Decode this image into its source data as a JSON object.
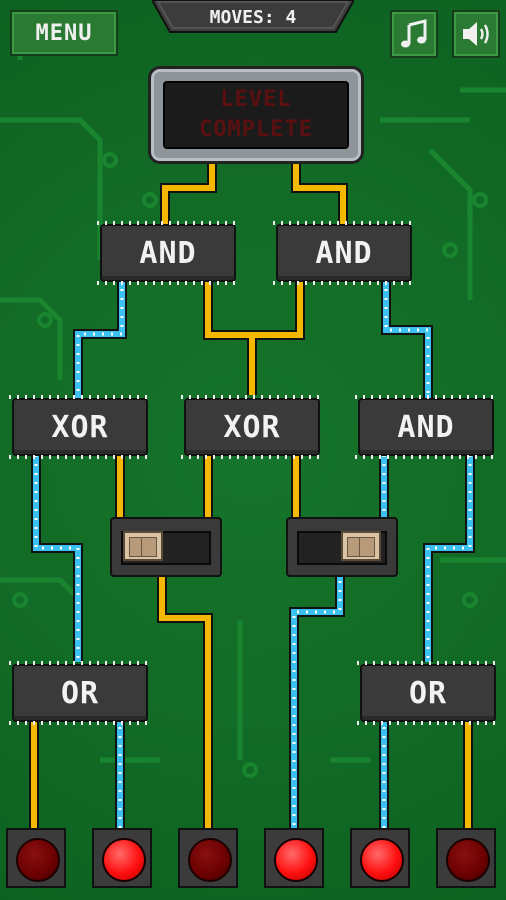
{
  "header": {
    "menu_label": "MENU",
    "moves_label": "MOVES: 4",
    "music_icon": "music-note-icon",
    "sound_icon": "speaker-icon"
  },
  "display": {
    "line1": "LEVEL",
    "line2": "COMPLETE"
  },
  "gates": {
    "top_left": "AND",
    "top_right": "AND",
    "mid_left": "XOR",
    "mid_center": "XOR",
    "mid_right": "AND",
    "low_left": "OR",
    "low_right": "OR"
  },
  "switches": [
    {
      "state": "left"
    },
    {
      "state": "right"
    }
  ],
  "outputs": [
    {
      "state": "off"
    },
    {
      "state": "on"
    },
    {
      "state": "off"
    },
    {
      "state": "on"
    },
    {
      "state": "on"
    },
    {
      "state": "off"
    }
  ],
  "colors": {
    "board": "#0f7025",
    "wire_yellow": "#f5b800",
    "wire_blue": "#3cc0f0",
    "led_on": "#ff0f0f",
    "led_off": "#6a0000",
    "display_text": "#5a1010"
  }
}
